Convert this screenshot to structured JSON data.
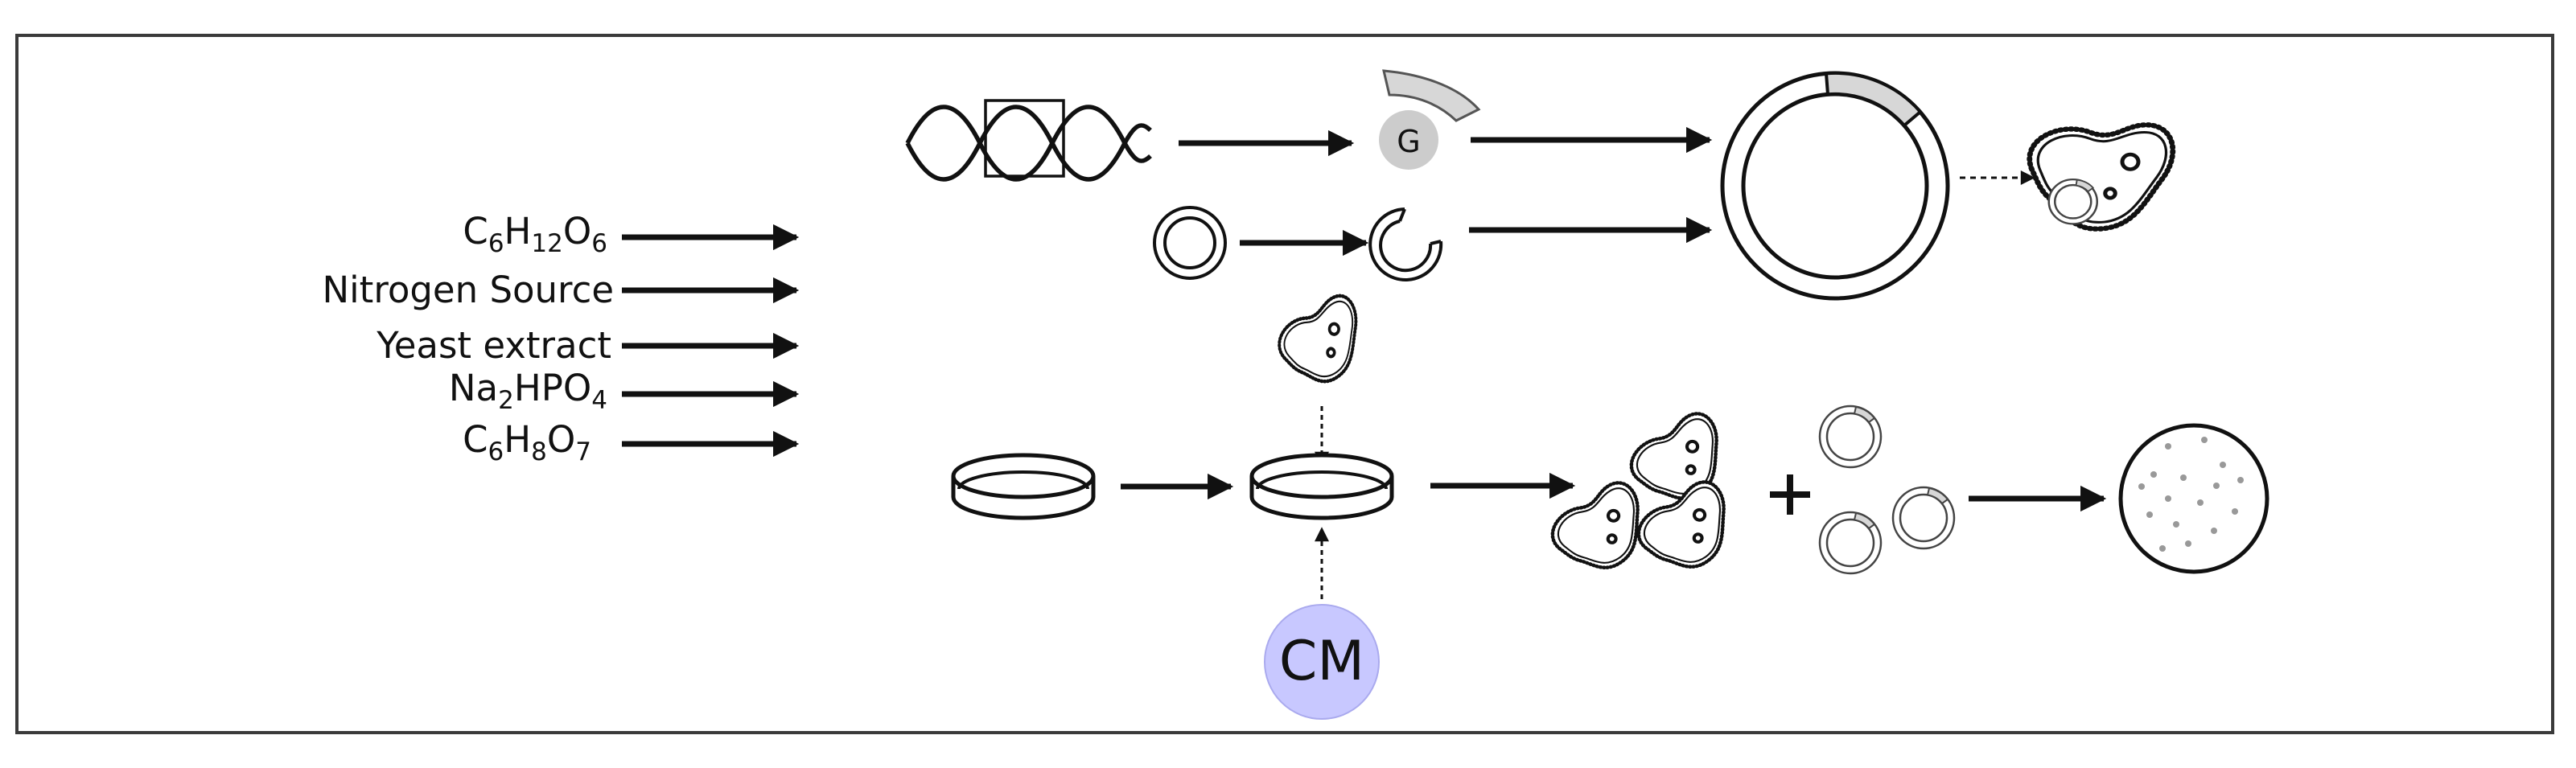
{
  "inputs": [
    {
      "id": "glucose",
      "main": [
        "C",
        "H",
        "O"
      ],
      "subs": [
        "6",
        "12",
        "6"
      ]
    },
    {
      "id": "nitrogen",
      "text": "Nitrogen Source"
    },
    {
      "id": "yeast",
      "text": "Yeast extract"
    },
    {
      "id": "phosphate",
      "main": [
        "Na",
        "HPO"
      ],
      "subs": [
        "2",
        "4"
      ]
    },
    {
      "id": "citric",
      "main": [
        "C",
        "H",
        "O"
      ],
      "subs": [
        "6",
        "8",
        "7"
      ]
    }
  ],
  "gene_marker": "G",
  "medium_label": "CM",
  "colors": {
    "stroke": "#111111",
    "frame": "#3a3a3a",
    "gene_circle": "#cccccc",
    "gene_segment": "#d7d7d7",
    "medium_circle": "#c8c8ff",
    "medium_ring": "#aaaaee",
    "colony_dots": "#999999"
  },
  "icons": [
    "dna-helix-icon",
    "gene-circle-icon",
    "plasmid-icon",
    "linearized-plasmid-icon",
    "recombinant-plasmid-icon",
    "bacterium-icon",
    "petri-dish-icon",
    "culture-plate-icon"
  ]
}
